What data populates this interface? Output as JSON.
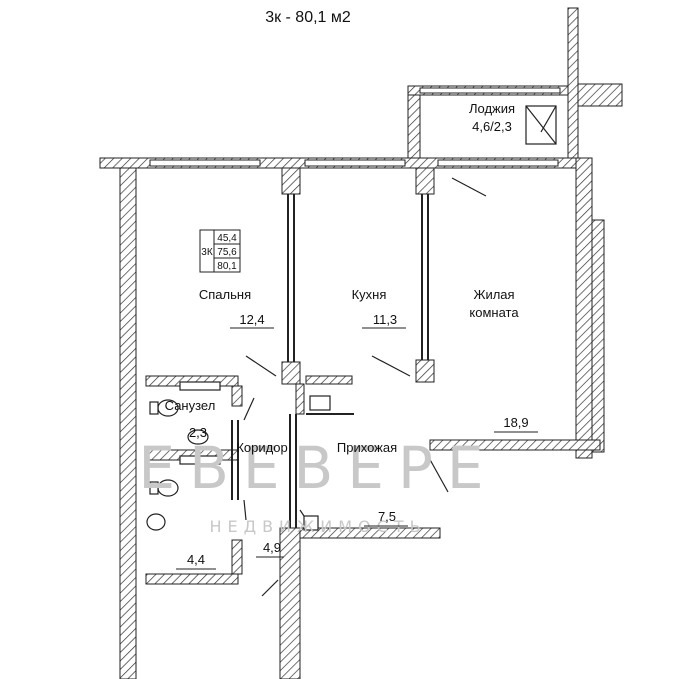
{
  "title": "3к - 80,1 м2",
  "badge": {
    "code": "3К",
    "values": [
      "45,4",
      "75,6",
      "80,1"
    ]
  },
  "rooms": [
    {
      "id": "bedroom",
      "name": "Спальня",
      "area": "12,4"
    },
    {
      "id": "kitchen",
      "name": "Кухня",
      "area": "11,3"
    },
    {
      "id": "living",
      "name_lines": [
        "Жилая",
        "комната"
      ],
      "area": "18,9"
    },
    {
      "id": "loggia",
      "name": "Лоджия",
      "area": "4,6/2,3"
    },
    {
      "id": "bathroom",
      "name": "Санузел",
      "area": "2,3"
    },
    {
      "id": "corridor",
      "name": "Коридор",
      "area": "4,9"
    },
    {
      "id": "hall",
      "name": "Прихожая",
      "area": "7,5"
    },
    {
      "id": "wc",
      "name": "",
      "area": "4,4"
    }
  ],
  "watermark": {
    "main": "ЕВЕВЕРЕ",
    "sub": "НЕДВИЖИМОСТЬ"
  }
}
